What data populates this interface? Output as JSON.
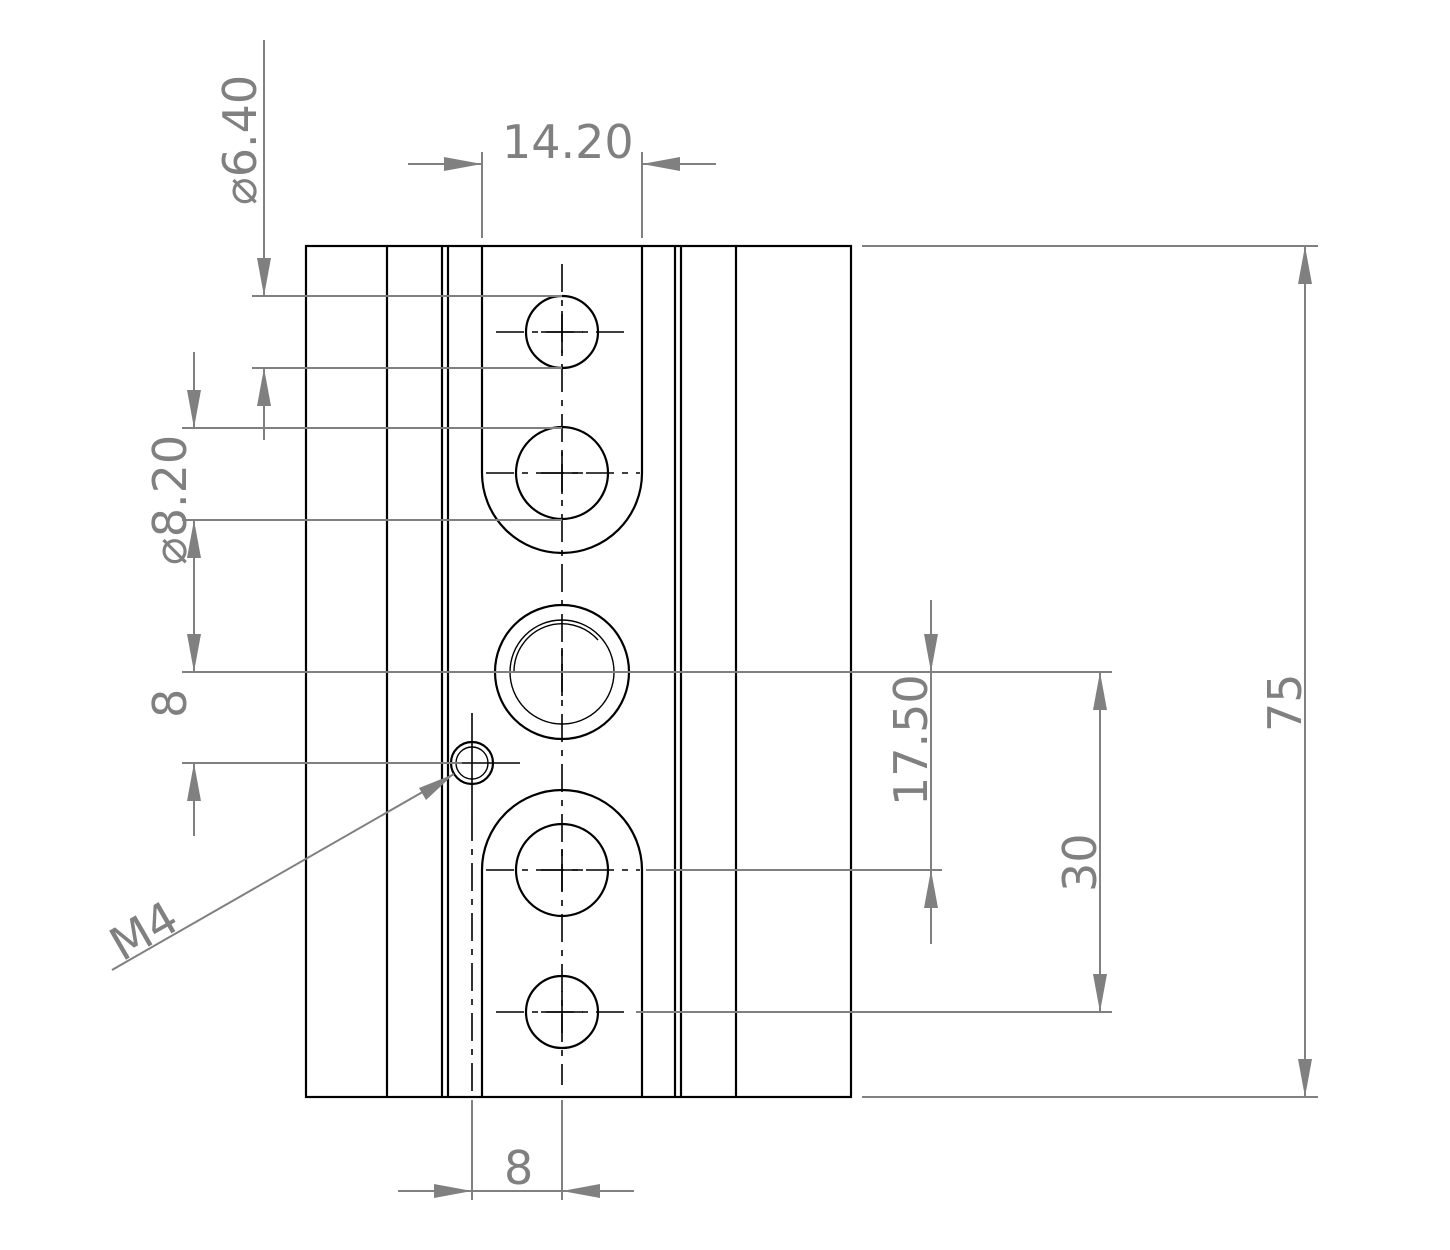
{
  "drawing": {
    "dims": {
      "d640": "⌀6.40",
      "w1420": "14.20",
      "d820": "⌀8.20",
      "v8": "8",
      "m4": "M4",
      "v1750": "17.50",
      "v30": "30",
      "v75": "75",
      "h8": "8"
    }
  }
}
